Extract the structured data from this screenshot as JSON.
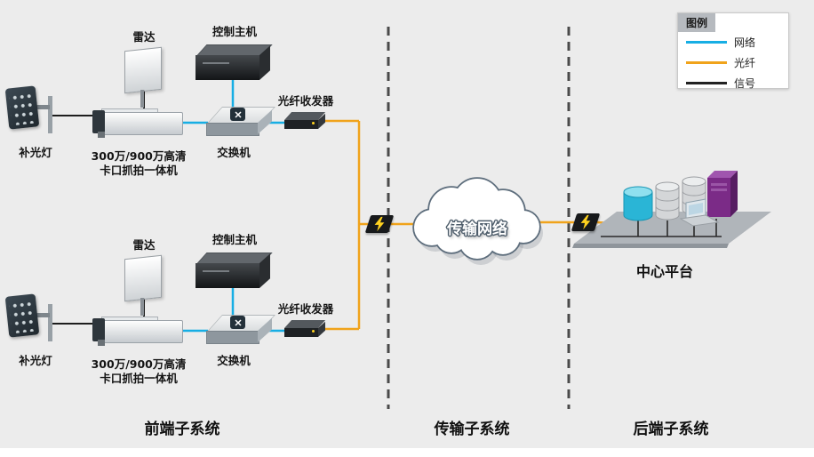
{
  "legend": {
    "title": "图例",
    "items": [
      {
        "label": "网络",
        "color": "#17aee4"
      },
      {
        "label": "光纤",
        "color": "#f0a31b"
      },
      {
        "label": "信号",
        "color": "#222222"
      }
    ]
  },
  "front_end": {
    "groups": [
      {
        "fill_light_label": "补光灯",
        "radar_label": "雷达",
        "camera_label_line1": "300万/900万高清",
        "camera_label_line2": "卡口抓拍一体机",
        "control_host_label": "控制主机",
        "switch_label": "交换机",
        "transceiver_label": "光纤收发器"
      },
      {
        "fill_light_label": "补光灯",
        "radar_label": "雷达",
        "camera_label_line1": "300万/900万高清",
        "camera_label_line2": "卡口抓拍一体机",
        "control_host_label": "控制主机",
        "switch_label": "交换机",
        "transceiver_label": "光纤收发器"
      }
    ]
  },
  "cloud": {
    "label": "传输网络"
  },
  "platform": {
    "label": "中心平台"
  },
  "sections": {
    "front": {
      "label": "前端子系统"
    },
    "transmission": {
      "label": "传输子系统"
    },
    "backend": {
      "label": "后端子系统"
    }
  },
  "colors": {
    "background": "#ececec",
    "network": "#17aee4",
    "fiber": "#f0a31b",
    "signal": "#222222",
    "cloud_outline": "#5d6d7c"
  }
}
